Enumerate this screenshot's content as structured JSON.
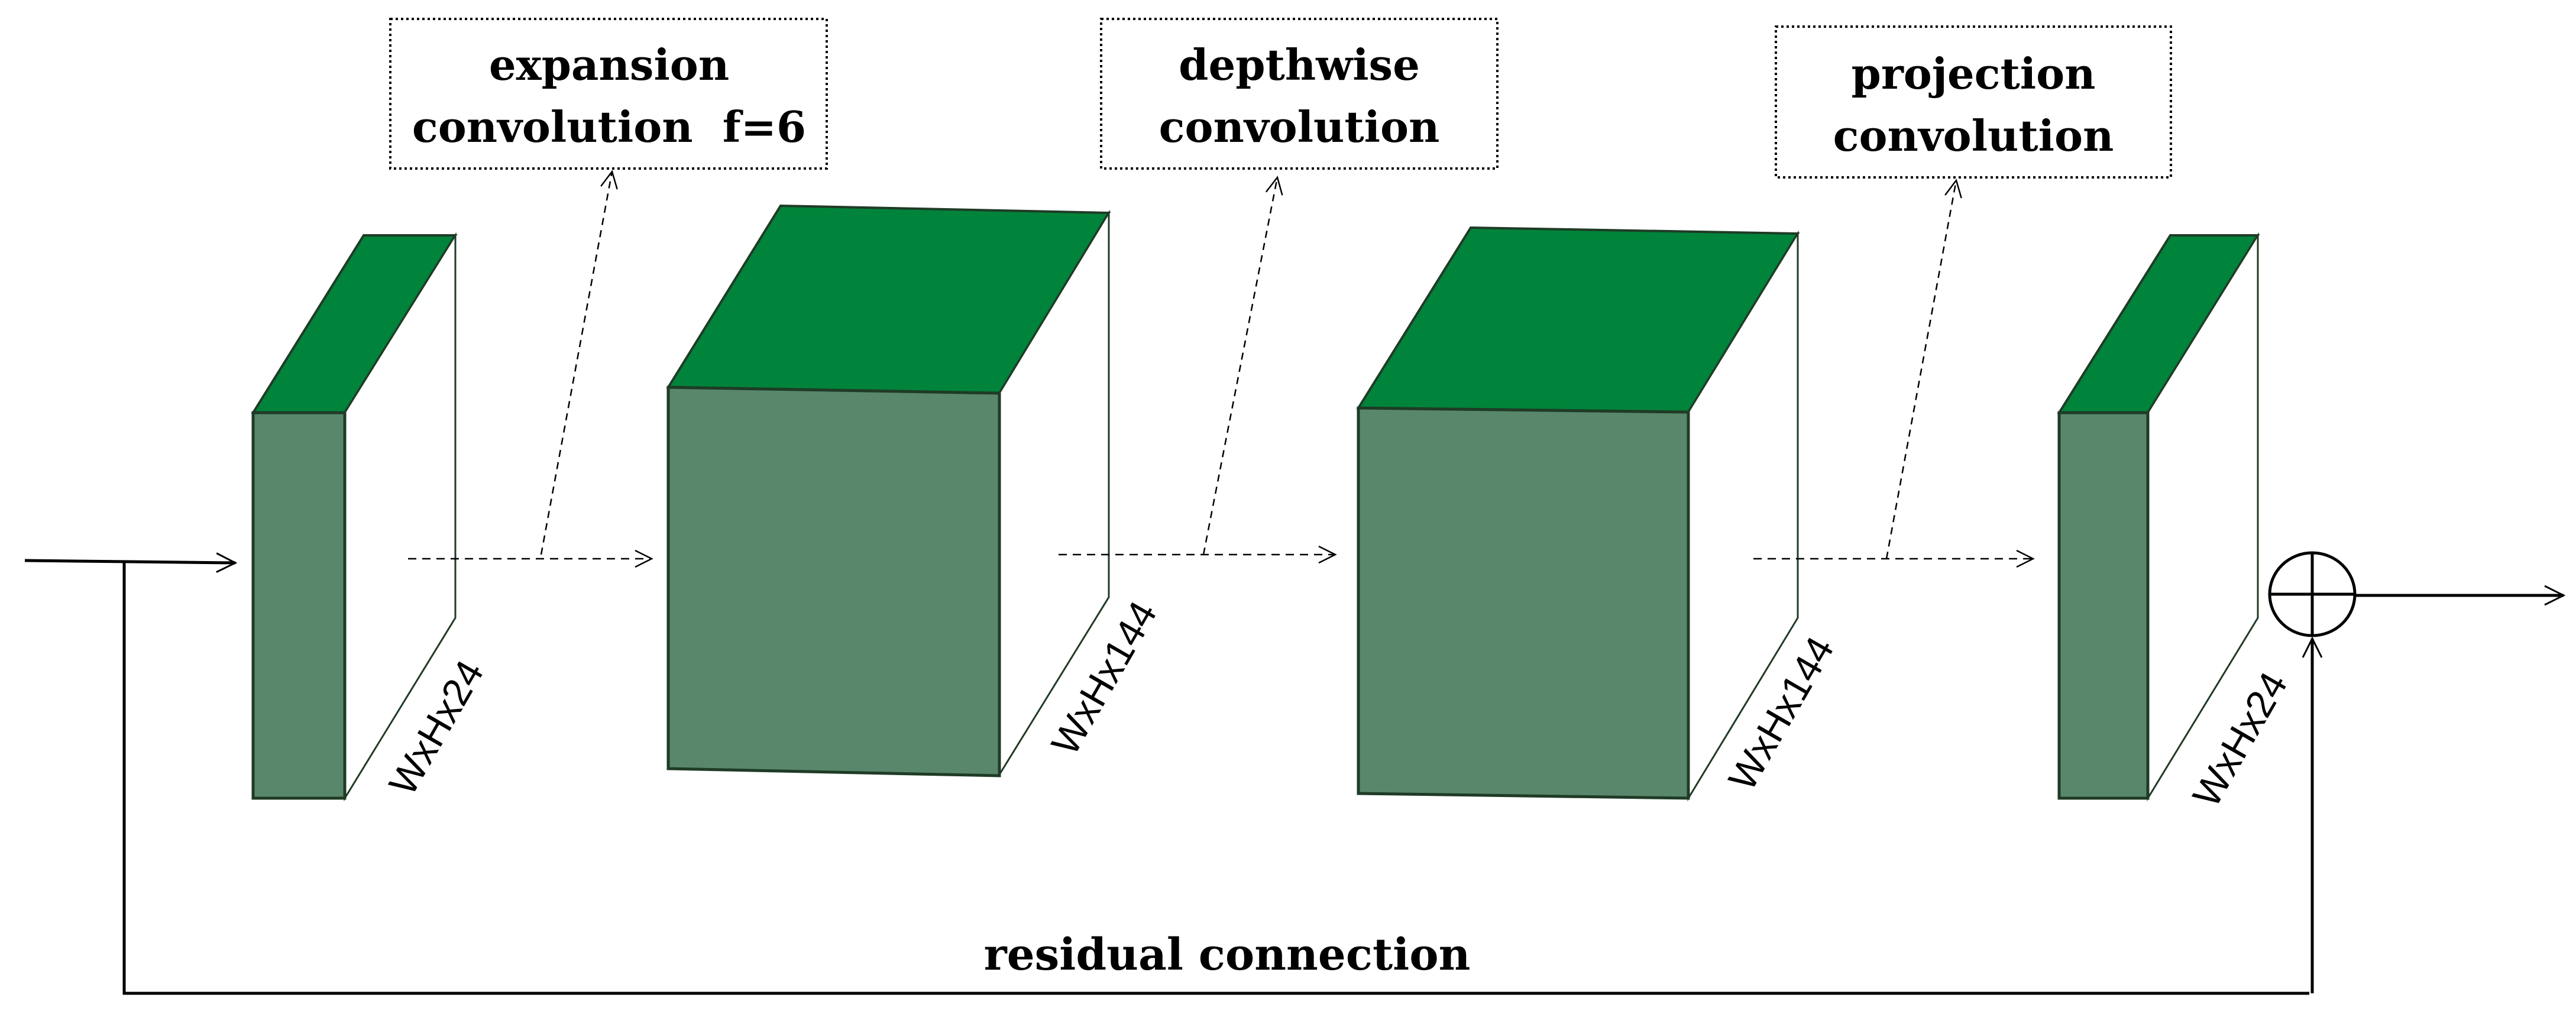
{
  "colors": {
    "top_face": "#00833a",
    "front_face": "#58876c",
    "edge": "#1f3b26",
    "line": "#000000"
  },
  "labels": {
    "expansion": [
      "expansion",
      "convolution  f=6"
    ],
    "depthwise": [
      "depthwise",
      "convolution"
    ],
    "projection": [
      "projection",
      "convolution"
    ],
    "residual": "residual connection"
  },
  "tensors": [
    {
      "dims": "WxHx24"
    },
    {
      "dims": "WxHx144"
    },
    {
      "dims": "WxHx144"
    },
    {
      "dims": "WxHx24"
    }
  ],
  "icons": {
    "adder": "circle-plus-icon"
  }
}
